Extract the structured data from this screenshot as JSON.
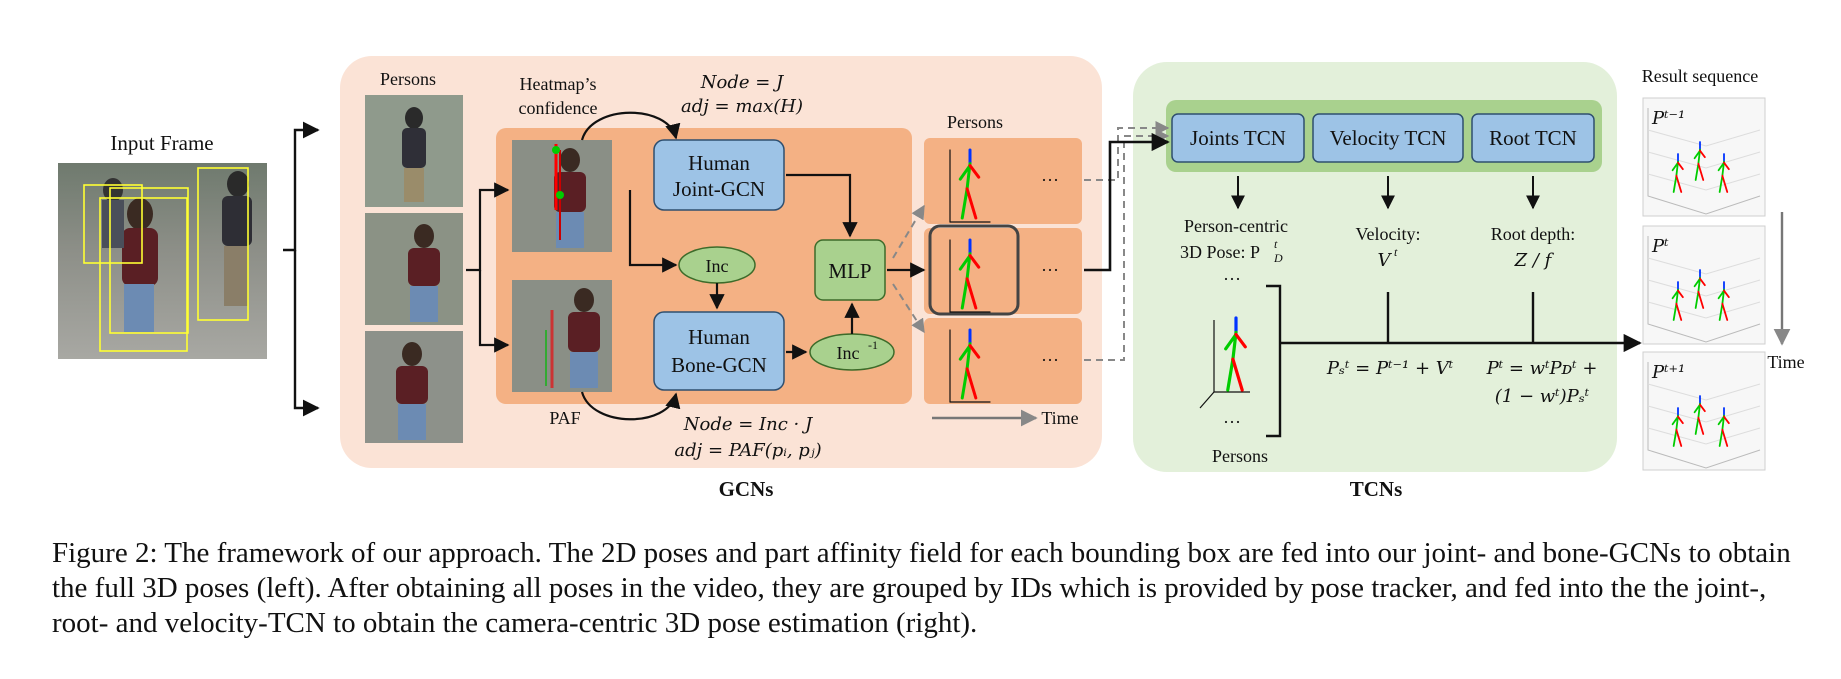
{
  "input": {
    "title": "Input Frame"
  },
  "gcn": {
    "persons_label": "Persons",
    "heatmap_label_1": "Heatmap’s",
    "heatmap_label_2": "confidence",
    "node_top": "Node = J",
    "adj_top": "adj = max(H)",
    "joint_gcn_1": "Human",
    "joint_gcn_2": "Joint-GCN",
    "inc": "Inc",
    "mlp": "MLP",
    "inc_inv": "Inc",
    "inc_inv_sup": "-1",
    "bone_gcn_1": "Human",
    "bone_gcn_2": "Bone-GCN",
    "paf": "PAF",
    "node_bottom": "Node = Inc · J",
    "adj_bottom": "adj = PAF(pᵢ, pⱼ)",
    "persons_right": "Persons",
    "dots": "···",
    "time": "Time",
    "section": "GCNs"
  },
  "tcn": {
    "joints": "Joints TCN",
    "velocity": "Velocity TCN",
    "root": "Root TCN",
    "pc_pose_1": "Person-centric",
    "pc_pose_2": "3D Pose: P",
    "pc_sub": "D",
    "pc_sup": "t",
    "vel_label": "Velocity:",
    "vel_sym": "V",
    "vel_sup": "t",
    "root_label": "Root depth:",
    "root_sym": "Z / f",
    "dots": "···",
    "persons": "Persons",
    "eq_vel": "Pₛᵗ = Pᵗ⁻¹ + Vᵗ",
    "eq_fuse_1": "Pᵗ = wᵗPᴅᵗ +",
    "eq_fuse_2": "(1 − wᵗ)Pₛᵗ",
    "section": "TCNs"
  },
  "result": {
    "title": "Result sequence",
    "p_prev": "Pᵗ⁻¹",
    "p_cur": "Pᵗ",
    "p_next": "Pᵗ⁺¹",
    "time": "Time"
  },
  "caption": "Figure 2: The framework of our approach. The 2D poses and part affinity field for each bounding box are fed into our joint- and bone-GCNs to obtain the full 3D poses (left). After obtaining all poses in the video, they are grouped by IDs which is provided by pose tracker, and fed into the the joint-, root- and velocity-TCN to obtain the camera-centric 3D pose estimation (right).",
  "colors": {
    "gcn_panel": "#fbe3d6",
    "gcn_inner": "#f4b184",
    "tcn_panel": "#e3f0da",
    "tcn_bar": "#a9d18e",
    "blue_box": "#9dc3e6",
    "green_ellipse": "#a9d18e",
    "joint_red": "#ff0000",
    "joint_green": "#00cc00",
    "joint_blue": "#0033ff"
  }
}
